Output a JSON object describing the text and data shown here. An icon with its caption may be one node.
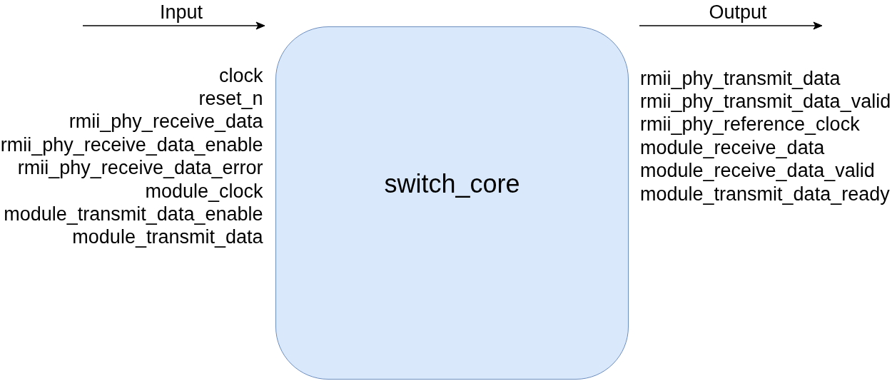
{
  "diagram": {
    "nodes": [
      {
        "text": [
          "switch_core"
        ],
        "beside": [
          "clock",
          "reset_n",
          "rmii_phy_receive_data",
          "rmii_phy_receive_data_enable",
          "rmii_phy_receive_data_error",
          "module_clock",
          "module_transmit_data_enable",
          "module_transmit_data",
          "rmii_phy_transmit_data",
          "rmii_phy_transmit_data_valid",
          "rmii_phy_reference_clock",
          "module_receive_data",
          "module_receive_data_valid",
          "module_transmit_data_ready"
        ]
      }
    ],
    "labels": [
      "Input",
      "Output"
    ]
  }
}
